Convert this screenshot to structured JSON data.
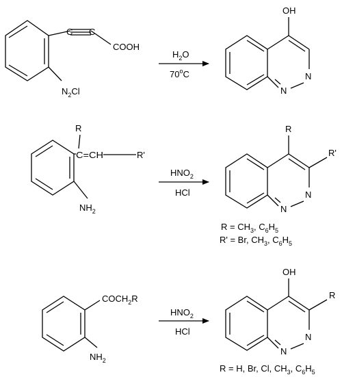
{
  "reactions": [
    {
      "reactant": {
        "substituent_1": "COOH",
        "substituent_2_main": "N",
        "substituent_2_sub": "2",
        "substituent_2_tail": "Cl"
      },
      "conditions": {
        "above_main": "H",
        "above_sub": "2",
        "above_tail": "O",
        "below_main": "70",
        "below_sup": "o",
        "below_tail": "C"
      },
      "product": {
        "substituent": "OH",
        "ring_n1": "N",
        "ring_n2": "N"
      }
    },
    {
      "reactant": {
        "r_label": "R",
        "vinyl_label": "C=CH",
        "r_prime_label": "R'",
        "amine_main": "NH",
        "amine_sub": "2"
      },
      "conditions": {
        "above_main": "HNO",
        "above_sub": "2",
        "below": "HCl"
      },
      "product": {
        "r_label": "R",
        "r_prime_label": "R'",
        "ring_n1": "N",
        "ring_n2": "N"
      },
      "notes": {
        "line1_a": "R = CH",
        "line1_a_sub": "3",
        "line1_b": ", C",
        "line1_b_sub": "6",
        "line1_c": "H",
        "line1_c_sub": "5",
        "line2_a": "R' = Br, CH",
        "line2_a_sub": "3",
        "line2_b": ", C",
        "line2_b_sub": "6",
        "line2_c": "H",
        "line2_c_sub": "5"
      }
    },
    {
      "reactant": {
        "substituent_main": "COCH",
        "substituent_sub": "2",
        "substituent_tail": "R",
        "amine_main": "NH",
        "amine_sub": "2"
      },
      "conditions": {
        "above_main": "HNO",
        "above_sub": "2",
        "below": "HCl"
      },
      "product": {
        "oh_label": "OH",
        "r_label": "R",
        "ring_n1": "N",
        "ring_n2": "N"
      },
      "notes": {
        "line1_a": "R = H, Br, Cl, CH",
        "line1_a_sub": "3",
        "line1_b": ", C",
        "line1_b_sub": "6",
        "line1_c": "H",
        "line1_c_sub": "5"
      }
    }
  ]
}
